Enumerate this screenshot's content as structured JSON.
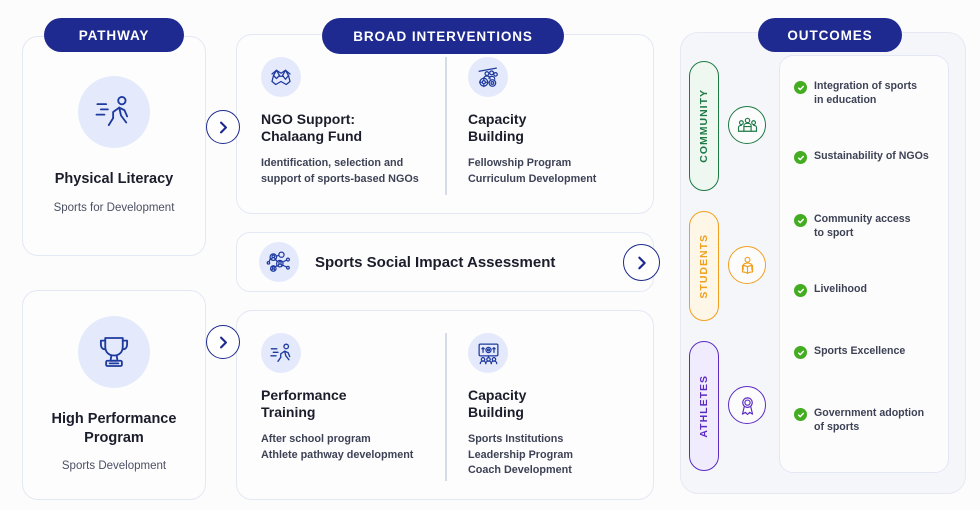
{
  "headers": {
    "pathway": "PATHWAY",
    "broad_interventions": "BROAD INTERVENTIONS",
    "outcomes": "OUTCOMES"
  },
  "colors": {
    "pill_navy": "#1e2a8f",
    "icon_blue": "#1e3a9e",
    "icon_disc_bg": "#e4eafb",
    "check_green": "#43ac20",
    "community_green": "#1d7a45",
    "students_orange": "#f0a020",
    "athletes_purple": "#5b2bc4",
    "card_border": "#e4e8f4",
    "page_bg": "#fcfcfd"
  },
  "pathway": {
    "cards": [
      {
        "icon": "running-person-icon",
        "title": "Physical Literacy",
        "subtitle": "Sports for Development"
      },
      {
        "icon": "trophy-icon",
        "title": "High Performance\nProgram",
        "subtitle": "Sports Development"
      }
    ]
  },
  "interventions": {
    "top_panel": [
      {
        "icon": "handshake-icon",
        "title": "NGO Support:\nChalaang Fund",
        "description": "Identification, selection and\nsupport of sports-based NGOs"
      },
      {
        "icon": "gears-people-icon",
        "title": "Capacity\nBuilding",
        "description": "Fellowship Program\nCurriculum Development"
      }
    ],
    "band": {
      "icon": "network-nodes-icon",
      "title": "Sports Social Impact Assessment"
    },
    "bottom_panel": [
      {
        "icon": "running-athlete-icon",
        "title": "Performance\nTraining",
        "description": "After school program\nAthlete pathway development"
      },
      {
        "icon": "presentation-board-icon",
        "title": "Capacity\nBuilding",
        "description": "Sports Institutions\nLeadership Program\nCoach Development"
      }
    ]
  },
  "outcomes": {
    "categories": [
      {
        "label": "COMMUNITY",
        "icon": "group-people-icon",
        "color": "#1d7a45",
        "fill": "#eef7f0"
      },
      {
        "label": "STUDENTS",
        "icon": "student-reading-icon",
        "color": "#f0a020",
        "fill": "#fef6e7"
      },
      {
        "label": "ATHLETES",
        "icon": "medal-ribbon-icon",
        "color": "#5b2bc4",
        "fill": "#f1ecfd"
      }
    ],
    "items": [
      "Integration of sports\nin education",
      "Sustainability of NGOs",
      "Community access\nto sport",
      "Livelihood",
      "Sports Excellence",
      "Government adoption\nof sports"
    ]
  },
  "arrows": {
    "glyph": "chevron-right-icon",
    "count": 3
  }
}
